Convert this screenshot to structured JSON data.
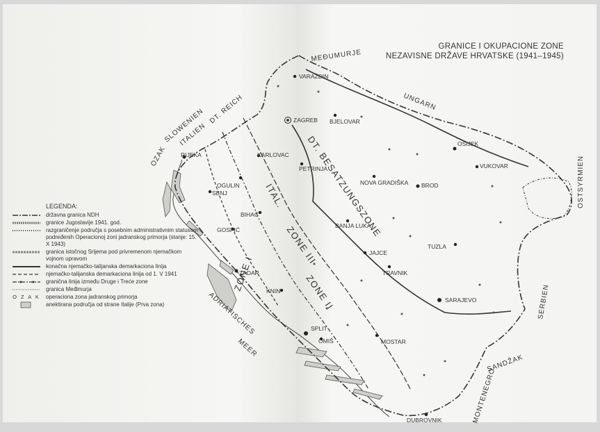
{
  "title": {
    "line1": "GRANICE I OKUPACIONE ZONE",
    "line2": "NEZAVISNE DRŽAVE HRVATSKE (1941–1945)"
  },
  "legend": {
    "heading": "LEGENDA:",
    "items": [
      {
        "text": "državna granica NDH"
      },
      {
        "text": "granice Jugoslavije 1941. god."
      },
      {
        "text": "razgraničenje područja s posebnim administrativnim statusom podređenih Operacionoj zoni jadranskog primorja (stanje: 15. X 1943)"
      },
      {
        "text": "granica istočnog Srijema pod privremenom njemačkom vojnom upravom"
      },
      {
        "text": "konačna njemačko-talijanska demarkaciona linija"
      },
      {
        "text": "njemačko-talijanska demarkaciona linija od 1. V 1941"
      },
      {
        "text": "granična linija između Druge i Treće zone"
      },
      {
        "text": "granica Međimurja"
      },
      {
        "text": "operaciona zona jadranskog primorja",
        "symbol": "O Z A K"
      },
      {
        "text": "anektirana područja od strane Italije (Prva zona)"
      }
    ]
  },
  "regions": {
    "medjumurje": "MEĐUMURJE",
    "ungarn": "UNGARN",
    "slowenien": "SLOWENIEN",
    "italien": "ITALIEN",
    "dt_reich": "DT. REICH",
    "ozak": "OZAK",
    "ostsyrmien": "OSTSYRMIEN",
    "serbien": "SERBIEN",
    "sandzak": "SANDŽAK",
    "montenegro": "MONTENEGRO",
    "adriatisches": "ADRIATISCHES",
    "meer": "MEER"
  },
  "zones": {
    "dt_besatzung": "DT. BESATZUNGSZONE",
    "ital": "ITAL.",
    "zone3": "ZONE III",
    "zone2": "ZONE II",
    "zone1": "ZONE I"
  },
  "cities": {
    "varazdin": "VARAŽDIN",
    "zagreb": "ZAGREB",
    "bjelovar": "BJELOVAR",
    "osijek": "OSIJEK",
    "vukovar": "VUKOVAR",
    "rijeka": "RIJEKA",
    "karlovac": "KARLOVAC",
    "petrinja": "PETRINJA",
    "ogulin": "OGULIN",
    "senj": "SENJ",
    "nova_gradiska": "NOVA GRADIŠKA",
    "brod": "BROD",
    "bihac": "BIHAĆ",
    "banja_luka": "BANJA LUKA",
    "gospic": "GOSPIĆ",
    "jajce": "JAJCE",
    "tuzla": "TUZLA",
    "travnik": "TRAVNIK",
    "zadar": "ZADAR",
    "knin": "KNIN",
    "sarajevo": "SARAJEVO",
    "split": "SPLIT",
    "omis": "OMIŠ",
    "mostar": "MOSTAR",
    "dubrovnik": "DUBROVNIK"
  },
  "colors": {
    "paper": "#f4f4f2",
    "ink": "#333333"
  }
}
